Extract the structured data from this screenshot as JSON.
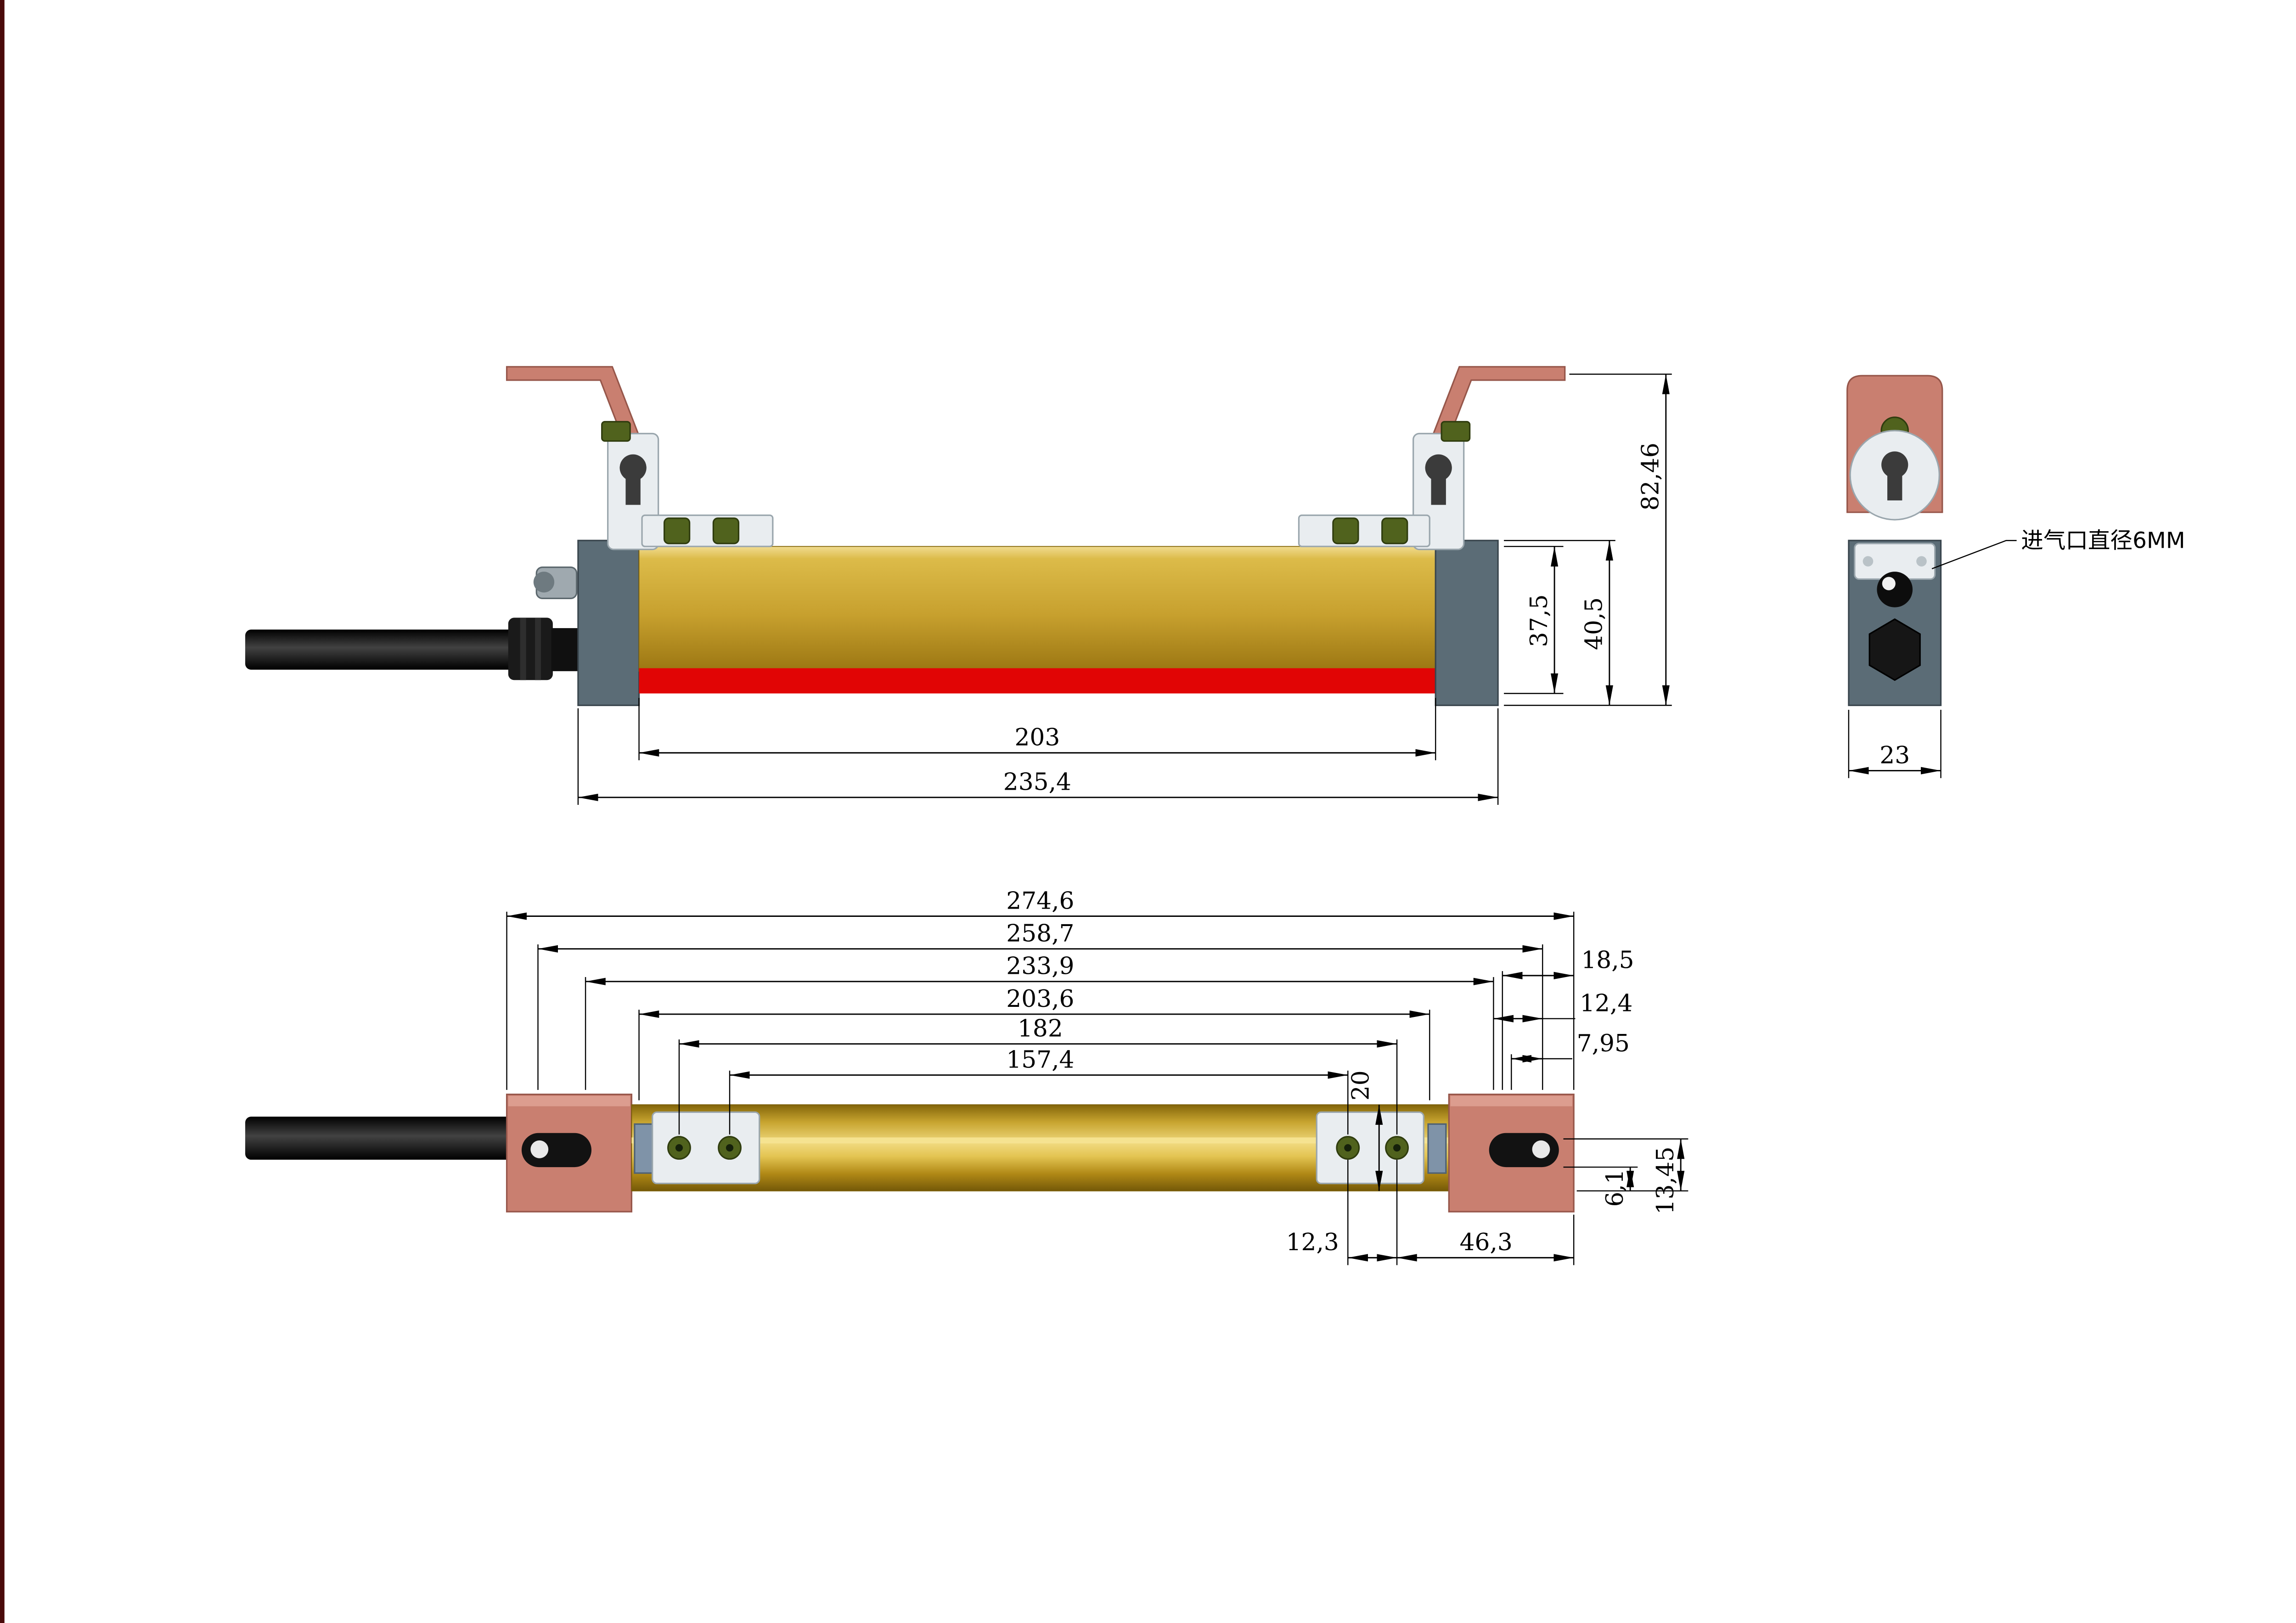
{
  "front_view": {
    "dim_inner_length": "203",
    "dim_overall_length": "235,4",
    "dim_body_height": "37,5",
    "dim_end_height": "40,5",
    "dim_total_height": "82,46"
  },
  "end_view": {
    "dim_width": "23",
    "air_inlet_note": "进气口直径6MM"
  },
  "plan_view": {
    "dim_overall": "274,6",
    "dim_slot_span": "258,7",
    "dim_bracket_span": "233,9",
    "dim_body_span": "203,6",
    "dim_outer_holes": "182",
    "dim_inner_holes": "157,4",
    "dim_end_a": "18,5",
    "dim_end_b": "12,4",
    "dim_end_c": "7,95",
    "dim_bar_width": "20",
    "dim_hole_pitch": "12,3",
    "dim_end_offset": "46,3",
    "dim_slot_edge": "6,1",
    "dim_bracket_height": "13,45"
  },
  "colors": {
    "bar_gold": "#c9a42f",
    "stripe_red": "#e10505",
    "bracket_salmon": "#c97f70",
    "housing_gray": "#5b6c76",
    "screw_green": "#50621d",
    "plate_white": "#e9edf0",
    "cable_black": "#111111",
    "edge_strip_maroon": "#4a0a0a"
  },
  "page": {
    "background": "#ffffff"
  }
}
